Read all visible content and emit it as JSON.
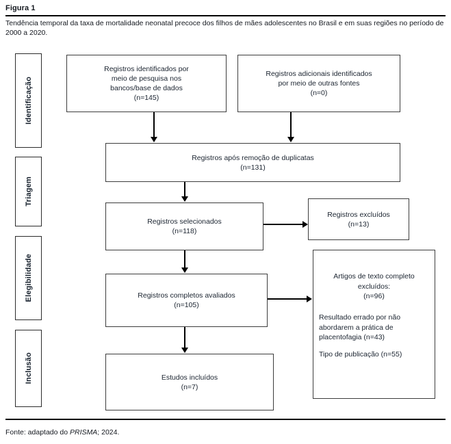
{
  "header": {
    "figure_label": "Figura 1",
    "caption": "Tendência temporal da taxa de mortalidade neonatal precoce dos filhos de mães adolescentes no Brasil e em suas regiões no período de 2000 a 2020."
  },
  "stages": [
    {
      "label": "Identificação"
    },
    {
      "label": "Triagem"
    },
    {
      "label": "Elegibilidade"
    },
    {
      "label": "Inclusão"
    }
  ],
  "boxes": {
    "identified_databases": {
      "line1": "Registros identificados por",
      "line2": "meio de pesquisa nos",
      "line3": "bancos/base de dados",
      "count": "(n=145)"
    },
    "identified_other": {
      "line1": "Registros adicionais identificados",
      "line2": "por meio de outras fontes",
      "count": "(n=0)"
    },
    "after_duplicates": {
      "line1": "Registros após remoção de duplicatas",
      "count": "(n=131)"
    },
    "screened": {
      "line1": "Registros selecionados",
      "count": "(n=118)"
    },
    "records_excluded": {
      "line1": "Registros excluídos",
      "count": "(n=13)"
    },
    "fulltext_assessed": {
      "line1": "Registros completos avaliados",
      "count": "(n=105)"
    },
    "fulltext_excluded": {
      "line1": "Artigos de texto completo",
      "line2": "excluídos:",
      "count": "(n=96)",
      "reason1_line1": "Resultado errado por não",
      "reason1_line2": "abordarem a prática de",
      "reason1_line3": "placentofagia (n=43)",
      "reason2": "Tipo de publicação (n=55)"
    },
    "included_studies": {
      "line1": "Estudos incluídos",
      "count": "(n=7)"
    }
  },
  "footer": {
    "source_prefix": "Fonte: adaptado do ",
    "source_emphasis": "PRISMA",
    "source_suffix": "; 2024."
  },
  "colors": {
    "text": "#1b2430",
    "box_border": "#3c3c3c",
    "connector": "#000000",
    "rule": "#000000",
    "background": "#ffffff"
  }
}
